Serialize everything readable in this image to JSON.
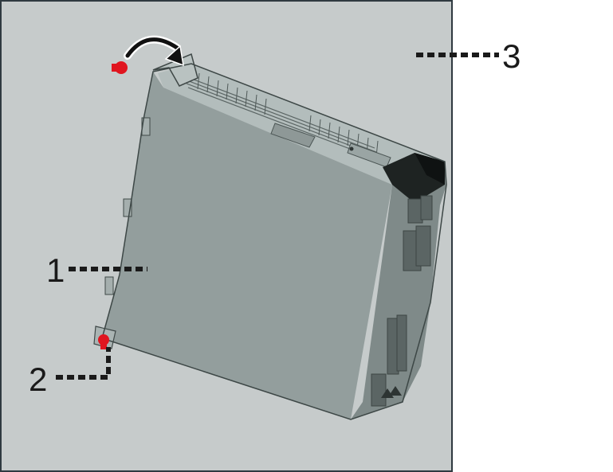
{
  "callouts": {
    "drive": {
      "number": "1"
    },
    "lower_screw": {
      "number": "2"
    },
    "mounting_plate": {
      "number": "3"
    }
  },
  "colors": {
    "plate": "#c6cbcb",
    "plate_border": "#2f3a40",
    "drive_front": "#939e9d",
    "drive_top": "#b3bdbc",
    "drive_side": "#7f8a89",
    "screw": "#e0151f",
    "leader": "#1a1a1a"
  },
  "icons": {
    "rotation_arrow": "curved-arrow-icon",
    "screw": "screw-icon"
  }
}
